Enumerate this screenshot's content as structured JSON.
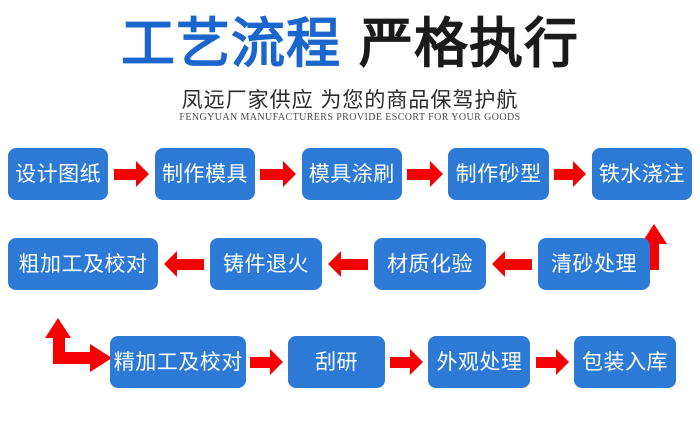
{
  "header": {
    "title_blue": "工艺流程",
    "title_black": "严格执行",
    "subtitle_cn": "凤远厂家供应 为您的商品保驾护航",
    "subtitle_en": "FENGYUAN MANUFACTURERS PROVIDE ESCORT FOR YOUR GOODS"
  },
  "colors": {
    "node_blue": "#2d7ad6",
    "arrow_red": "#f40000",
    "title_blue": "#1a66cc",
    "title_black": "#1a1a1a",
    "background": "#ffffff"
  },
  "flow": {
    "row1": [
      {
        "label": "设计图纸"
      },
      {
        "label": "制作模具"
      },
      {
        "label": "模具涂刷"
      },
      {
        "label": "制作砂型"
      },
      {
        "label": "铁水浇注"
      }
    ],
    "row2": [
      {
        "label": "粗加工及校对"
      },
      {
        "label": "铸件退火"
      },
      {
        "label": "材质化验"
      },
      {
        "label": "清砂处理"
      }
    ],
    "row3": [
      {
        "label": "精加工及校对"
      },
      {
        "label": "刮研"
      },
      {
        "label": "外观处理"
      },
      {
        "label": "包装入库"
      }
    ],
    "connectors": {
      "row1_to_row2": "elbow-up-left-arrow",
      "row2_to_row3": "elbow-up-right-arrow"
    }
  }
}
